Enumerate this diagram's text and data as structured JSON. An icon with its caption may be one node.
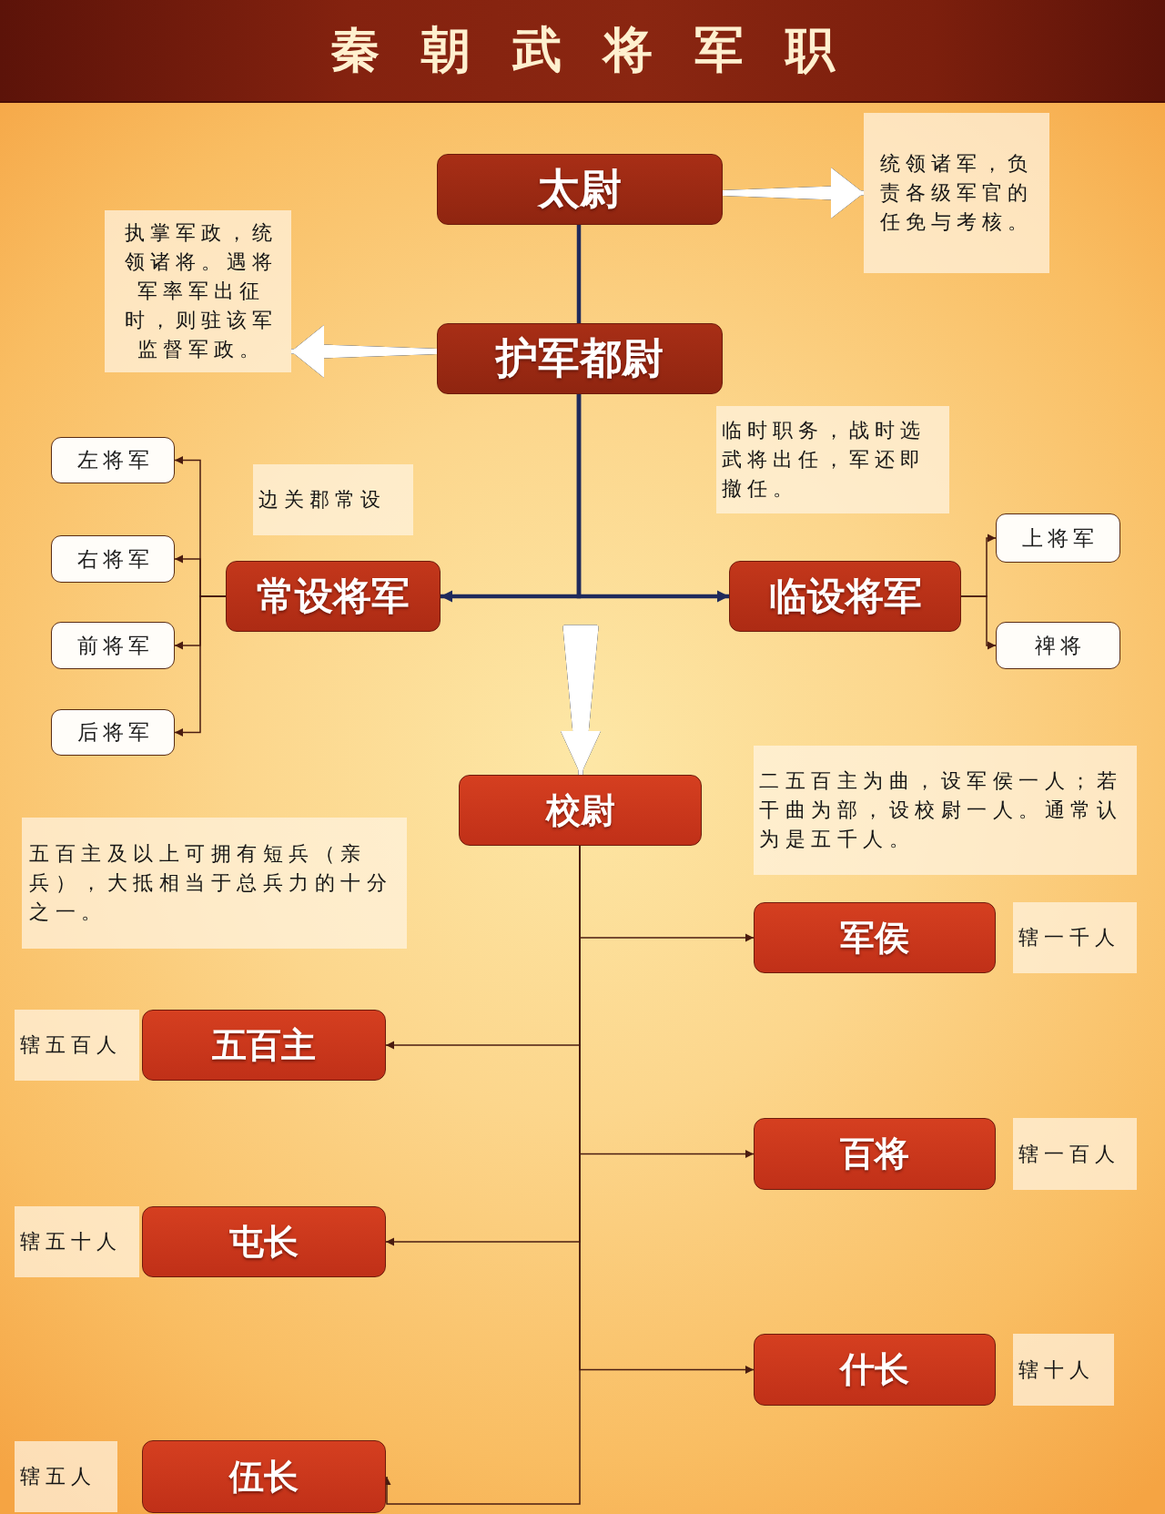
{
  "diagram": {
    "title": "秦朝武将军职",
    "nodes": [
      {
        "text": [
          "太尉"
        ]
      },
      {
        "text": [
          "统领诸军，负责各级军官的任免与考核。"
        ]
      },
      {
        "text": [
          "执掌军政，统领诸将。遇将军率军出征时，则驻该军监督军政。"
        ]
      },
      {
        "text": [
          "护军都尉"
        ]
      },
      {
        "text": [
          "临时职务，战时选武将出任，军还即撤任。"
        ]
      },
      {
        "text": [
          "左将军"
        ]
      },
      {
        "text": [
          "边关郡常设"
        ]
      },
      {
        "text": [
          "上将军"
        ]
      },
      {
        "text": [
          "右将军"
        ]
      },
      {
        "text": [
          "常设将军"
        ]
      },
      {
        "text": [
          "临设将军"
        ]
      },
      {
        "text": [
          "前将军"
        ]
      },
      {
        "text": [
          "禆将"
        ]
      },
      {
        "text": [
          "后将军"
        ]
      },
      {
        "text": [
          "校尉"
        ]
      },
      {
        "text": [
          "二五百主为曲，设军侯一人；若干曲为部，设校尉一人。通常认为是五千人。"
        ]
      },
      {
        "text": [
          "五百主及以上可拥有短兵（亲兵），大抵相当于总兵力的十分之一。"
        ]
      },
      {
        "text": [
          "军侯"
        ]
      },
      {
        "text": [
          "辖一千人"
        ]
      },
      {
        "text": [
          "辖五百人"
        ]
      },
      {
        "text": [
          "五百主"
        ]
      },
      {
        "text": [
          "百将"
        ]
      },
      {
        "text": [
          "辖一百人"
        ]
      },
      {
        "text": [
          "辖五十人"
        ]
      },
      {
        "text": [
          "屯长"
        ]
      },
      {
        "text": [
          "什长"
        ]
      },
      {
        "text": [
          "辖十人"
        ]
      },
      {
        "text": [
          "辖五人"
        ]
      },
      {
        "text": [
          "伍长"
        ]
      }
    ],
    "edges": [
      {
        "from": 0,
        "to": 1,
        "arrow": "to",
        "style": "thick",
        "color": "#ffffff"
      },
      {
        "from": 3,
        "to": 2,
        "arrow": "to",
        "style": "thick",
        "color": "#ffffff"
      },
      {
        "from": 0,
        "to": 3,
        "arrow": "none",
        "style": "thick",
        "color": "#1f2a5c"
      },
      {
        "from": 3,
        "to": 9,
        "arrow": "to",
        "style": "thick",
        "color": "#1f2a5c"
      },
      {
        "from": 3,
        "to": 10,
        "arrow": "to",
        "style": "thick",
        "color": "#1f2a5c"
      },
      {
        "from": 9,
        "to": 5,
        "arrow": "to"
      },
      {
        "from": 9,
        "to": 8,
        "arrow": "to"
      },
      {
        "from": 9,
        "to": 11,
        "arrow": "to"
      },
      {
        "from": 9,
        "to": 13,
        "arrow": "to"
      },
      {
        "from": 10,
        "to": 7,
        "arrow": "to"
      },
      {
        "from": 10,
        "to": 12,
        "arrow": "to"
      },
      {
        "from": null,
        "to": 14,
        "arrow": "to",
        "style": "thick",
        "color": "#ffffff"
      },
      {
        "from": 14,
        "to": 17,
        "arrow": "to"
      },
      {
        "from": 14,
        "to": 20,
        "arrow": "to"
      },
      {
        "from": 14,
        "to": 21,
        "arrow": "to"
      },
      {
        "from": 14,
        "to": 24,
        "arrow": "to"
      },
      {
        "from": 14,
        "to": 25,
        "arrow": "to"
      },
      {
        "from": 14,
        "to": 28,
        "arrow": "to"
      }
    ]
  }
}
